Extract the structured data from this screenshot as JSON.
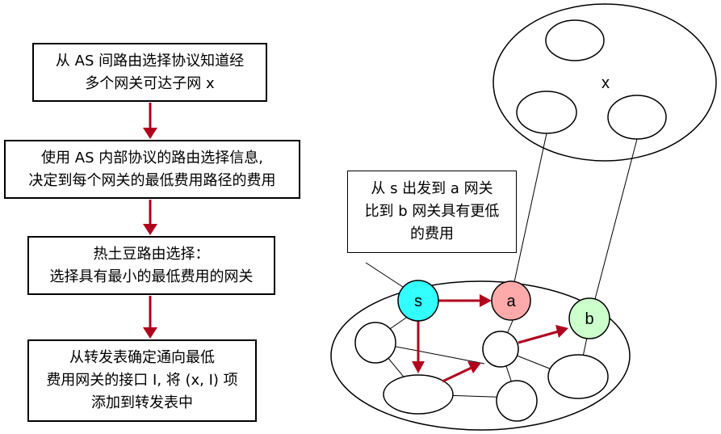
{
  "flowchart": {
    "steps": [
      {
        "lines": [
          "从 AS 间路由选择协议知道经",
          "多个网关可达子网 x"
        ]
      },
      {
        "lines": [
          "使用 AS 内部协议的路由选择信息,",
          "决定到每个网关的最低费用路径的费用"
        ]
      },
      {
        "lines": [
          "热土豆路由选择：",
          "选择具有最小的最低费用的网关"
        ]
      },
      {
        "lines": [
          "从转发表确定通向最低",
          "费用网关的接口 I,  将 (x, I) 项",
          "添加到转发表中"
        ]
      }
    ],
    "arrow_color": "#b0001e"
  },
  "network": {
    "remote_as_label": "x",
    "nodes": {
      "s": "s",
      "a": "a",
      "b": "b"
    },
    "node_colors": {
      "s": "#33ffff",
      "a": "#ffaaaa",
      "b": "#ccffcc"
    },
    "path_color": "#b0001e"
  },
  "callout": {
    "lines": [
      "从 s 出发到 a 网关",
      "比到 b 网关具有更低",
      "的费用"
    ]
  }
}
